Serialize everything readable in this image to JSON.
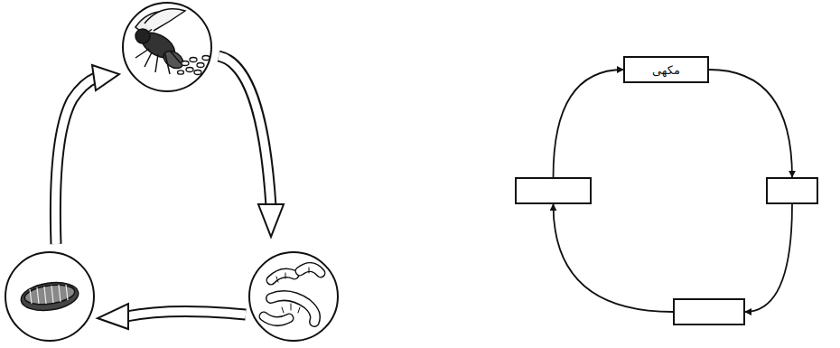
{
  "diagram": {
    "nodes": [
      {
        "text": [
          "مکھی"
        ]
      },
      {
        "text": []
      },
      {
        "text": []
      },
      {
        "text": []
      }
    ],
    "edges": [
      {
        "from": 0,
        "to": 1,
        "arrow": "to"
      },
      {
        "from": 1,
        "to": 2,
        "arrow": "to"
      },
      {
        "from": 2,
        "to": 3,
        "arrow": "to"
      },
      {
        "from": 3,
        "to": 0,
        "arrow": "to"
      }
    ]
  }
}
